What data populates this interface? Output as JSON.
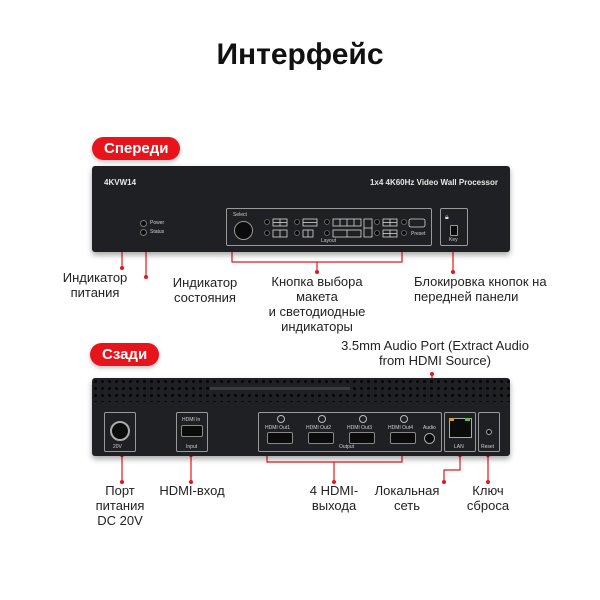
{
  "title": "Интерфейс",
  "front": {
    "badge": "Спереди",
    "model": "4KVW14",
    "product": "1x4 4K60Hz Video Wall Processor",
    "power_label": "Power",
    "status_label": "Status",
    "select_label": "Select",
    "layout_label": "Layout",
    "preset_label": "Preset",
    "key_label": "Key",
    "callouts": {
      "power_indicator": "Индикатор\nпитания",
      "status_indicator": "Индикатор\nсостояния",
      "layout_button": "Кнопка выбора макета\nи светодиодные\nиндикаторы",
      "key_lock": "Блокировка кнопок на\nпередней панели"
    }
  },
  "rear": {
    "badge": "Сзади",
    "dc_label": "20V",
    "hdmi_in_label": "HDMI In",
    "input_label": "Input",
    "outputs": [
      "HDMI Out1",
      "HDMI Out2",
      "HDMI Out3",
      "HDMI Out4"
    ],
    "output_label": "Output",
    "audio_label": "Audio",
    "lan_label": "LAN",
    "reset_label": "Reset",
    "callouts": {
      "audio_port": "3.5mm Audio Port (Extract Audio\nfrom HDMI Source)",
      "dc_port": "Порт\nпитания\nDC 20V",
      "hdmi_in": "HDMI-вход",
      "hdmi_out": "4 HDMI-\nвыхода",
      "lan": "Локальная\nсеть",
      "reset": "Ключ\nсброса"
    }
  },
  "colors": {
    "accent": "#e8141c",
    "device": "#1f2023"
  }
}
